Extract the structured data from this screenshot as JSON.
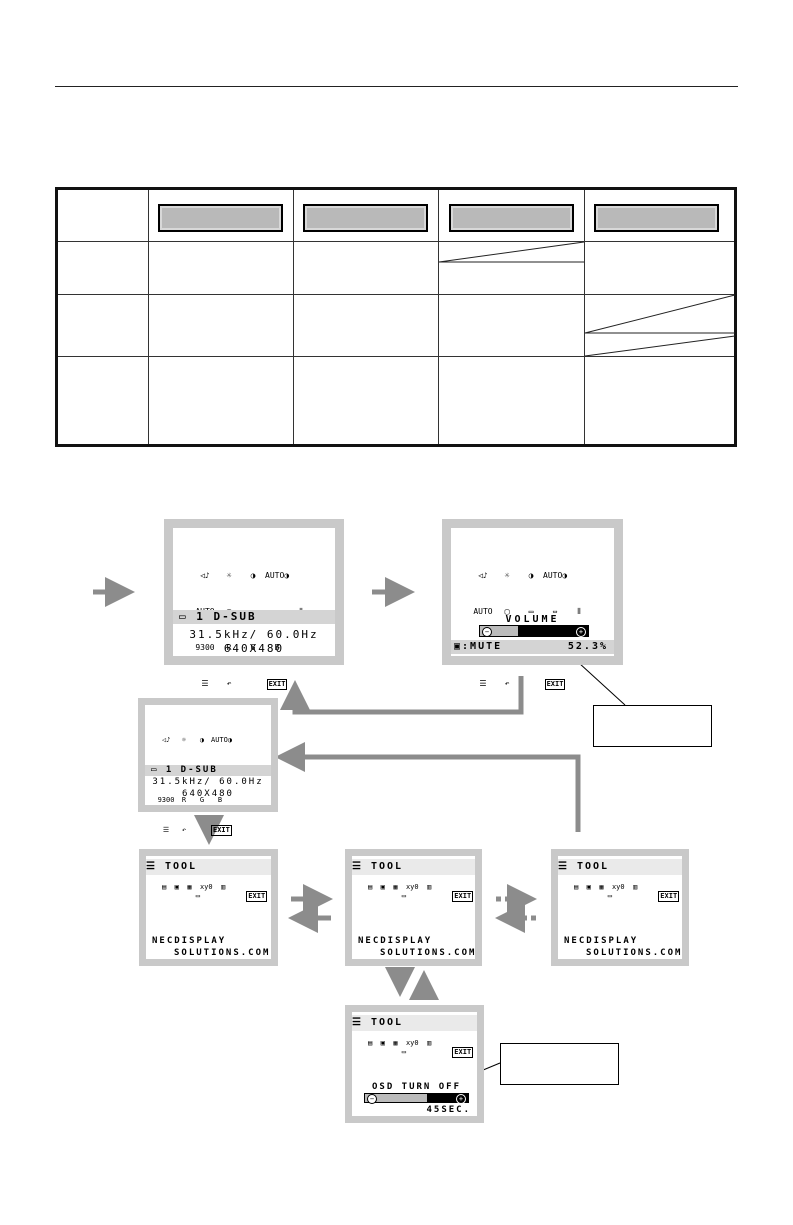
{
  "osd_main": {
    "input_label": "1 D-SUB",
    "frequency": "31.5kHz/ 60.0Hz",
    "resolution": "640X480"
  },
  "osd_main_small": {
    "input_label": "1 D-SUB",
    "frequency": "31.5kHz/ 60.0Hz",
    "resolution": "640X480"
  },
  "osd_volume": {
    "title": "VOLUME",
    "mute_label": ":MUTE",
    "percent": "52.3%",
    "level": 0.523
  },
  "icon_grid": {
    "row1": [
      "◁♪",
      "☼",
      "◑",
      "AUTO◑"
    ],
    "row2": [
      "AUTO",
      "▢",
      "▭",
      "⇔",
      "⦀"
    ],
    "row3": [
      "9300",
      "R",
      "G",
      "B"
    ],
    "row4": [
      "☰",
      "↶"
    ],
    "exit_label": "EXIT"
  },
  "tool_screen": {
    "title": "TOOL",
    "website_line1": "NECDISPLAY",
    "website_line2": "SOLUTIONS.COM",
    "xy_label": "xy0",
    "exit_label": "EXIT"
  },
  "tool_osd_off": {
    "title": "TOOL",
    "label": "OSD TURN OFF",
    "value": "45SEC.",
    "level": 0.4
  },
  "colors": {
    "screen_frame": "#c9c9c9",
    "arrow": "#8c8c8c",
    "bar_bg": "#bbbbbb",
    "bar_fill": "#000000"
  }
}
